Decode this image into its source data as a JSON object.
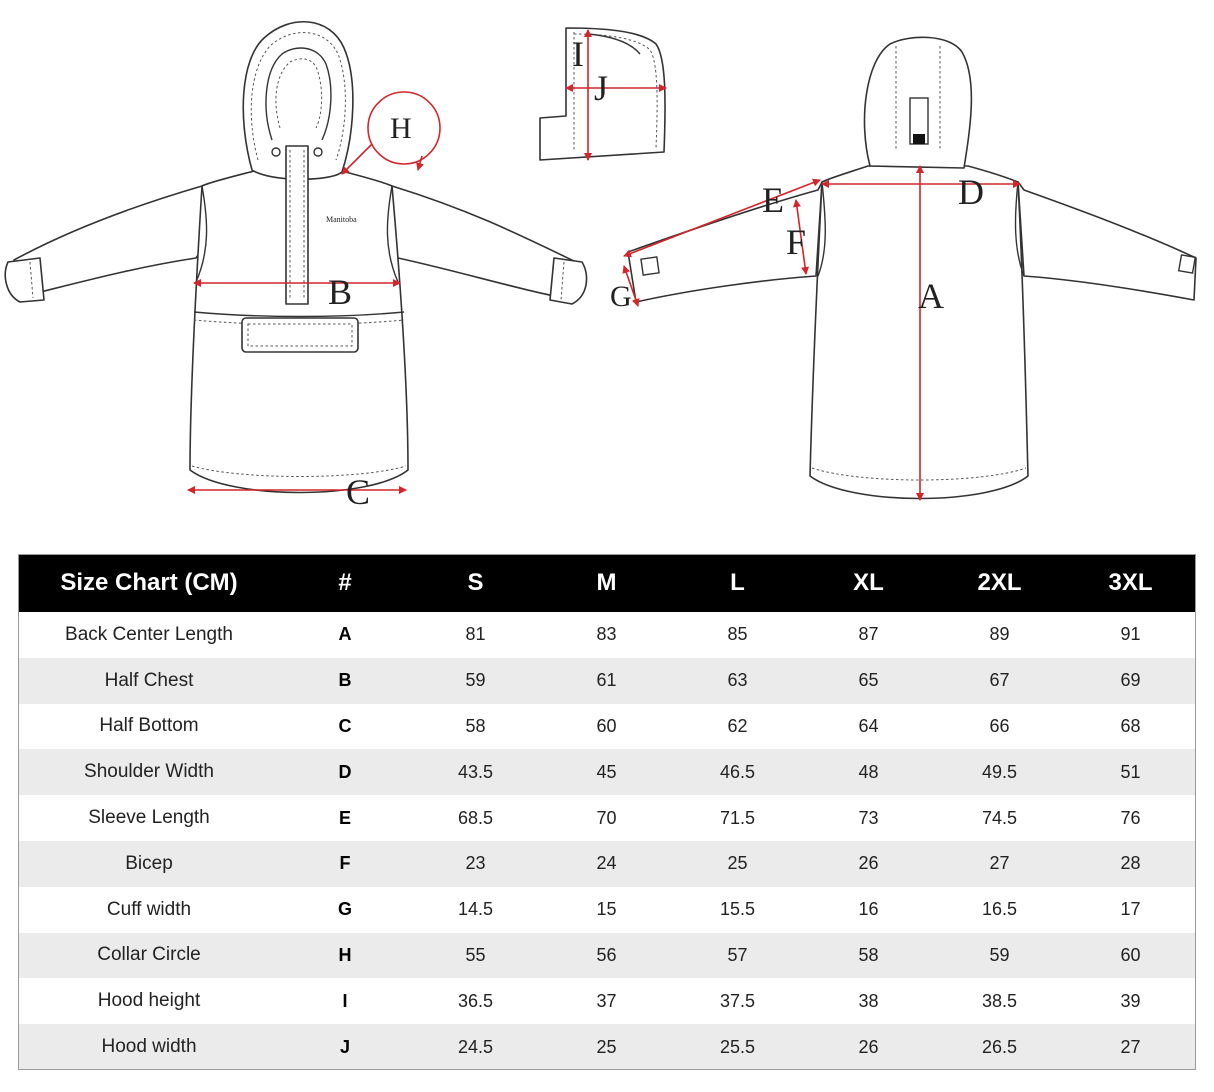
{
  "diagram": {
    "brand_text": "Manitoba",
    "measure_color": "#d4252b",
    "labels": {
      "A": "A",
      "B": "B",
      "C": "C",
      "D": "D",
      "E": "E",
      "F": "F",
      "G": "G",
      "H": "H",
      "I": "I",
      "J": "J"
    }
  },
  "table": {
    "headers": [
      "Size Chart (CM)",
      "#",
      "S",
      "M",
      "L",
      "XL",
      "2XL",
      "3XL"
    ],
    "rows": [
      {
        "name": "Back Center Length",
        "code": "A",
        "values": [
          "81",
          "83",
          "85",
          "87",
          "89",
          "91"
        ]
      },
      {
        "name": "Half Chest",
        "code": "B",
        "values": [
          "59",
          "61",
          "63",
          "65",
          "67",
          "69"
        ]
      },
      {
        "name": "Half Bottom",
        "code": "C",
        "values": [
          "58",
          "60",
          "62",
          "64",
          "66",
          "68"
        ]
      },
      {
        "name": "Shoulder Width",
        "code": "D",
        "values": [
          "43.5",
          "45",
          "46.5",
          "48",
          "49.5",
          "51"
        ]
      },
      {
        "name": "Sleeve Length",
        "code": "E",
        "values": [
          "68.5",
          "70",
          "71.5",
          "73",
          "74.5",
          "76"
        ]
      },
      {
        "name": "Bicep",
        "code": "F",
        "values": [
          "23",
          "24",
          "25",
          "26",
          "27",
          "28"
        ]
      },
      {
        "name": "Cuff width",
        "code": "G",
        "values": [
          "14.5",
          "15",
          "15.5",
          "16",
          "16.5",
          "17"
        ]
      },
      {
        "name": "Collar Circle",
        "code": "H",
        "values": [
          "55",
          "56",
          "57",
          "58",
          "59",
          "60"
        ]
      },
      {
        "name": "Hood height",
        "code": "I",
        "values": [
          "36.5",
          "37",
          "37.5",
          "38",
          "38.5",
          "39"
        ]
      },
      {
        "name": "Hood width",
        "code": "J",
        "values": [
          "24.5",
          "25",
          "25.5",
          "26",
          "26.5",
          "27"
        ]
      }
    ]
  }
}
